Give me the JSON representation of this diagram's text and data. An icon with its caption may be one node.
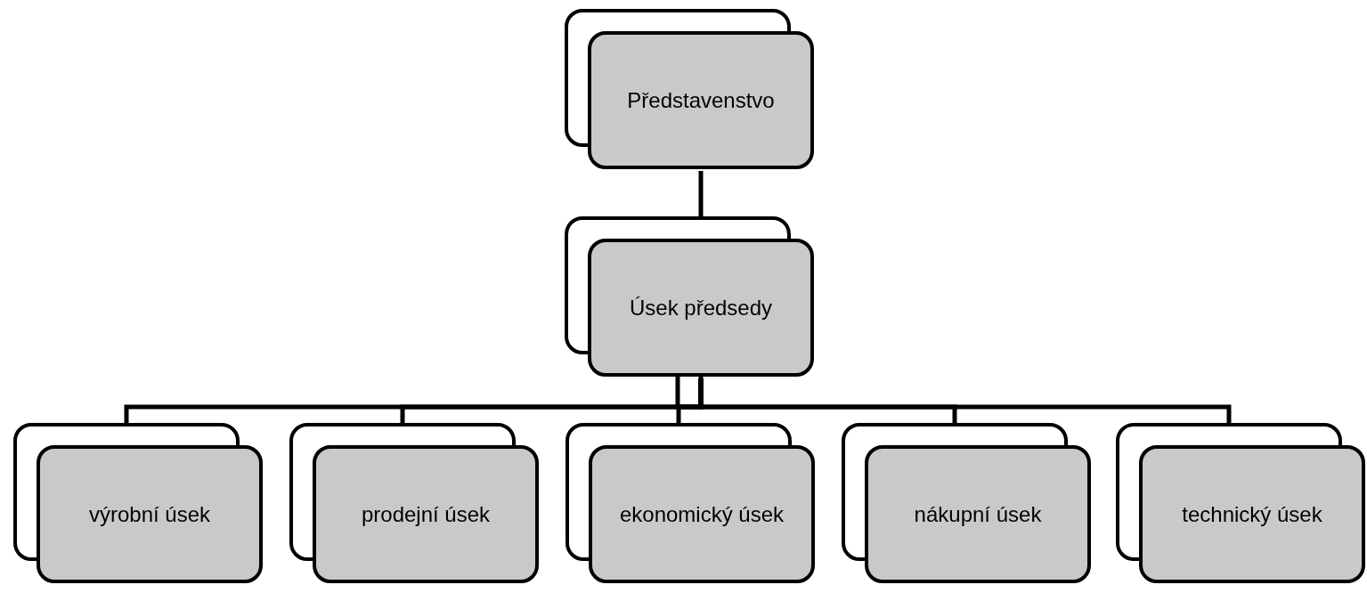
{
  "diagram": {
    "nodes": [
      {
        "text": [
          "Představenstvo"
        ]
      },
      {
        "text": [
          "Úsek předsedy"
        ]
      },
      {
        "text": [
          "výrobní úsek"
        ]
      },
      {
        "text": [
          "prodejní úsek"
        ]
      },
      {
        "text": [
          "ekonomický úsek"
        ]
      },
      {
        "text": [
          "nákupní úsek"
        ]
      },
      {
        "text": [
          "technický úsek"
        ]
      }
    ],
    "edges": [
      {
        "from": 0,
        "to": 1,
        "arrow": "none"
      },
      {
        "from": 1,
        "to": 2,
        "arrow": "none"
      },
      {
        "from": 1,
        "to": 3,
        "arrow": "none"
      },
      {
        "from": 1,
        "to": 4,
        "arrow": "none"
      },
      {
        "from": 1,
        "to": 5,
        "arrow": "none"
      },
      {
        "from": 1,
        "to": 6,
        "arrow": "none"
      }
    ]
  }
}
